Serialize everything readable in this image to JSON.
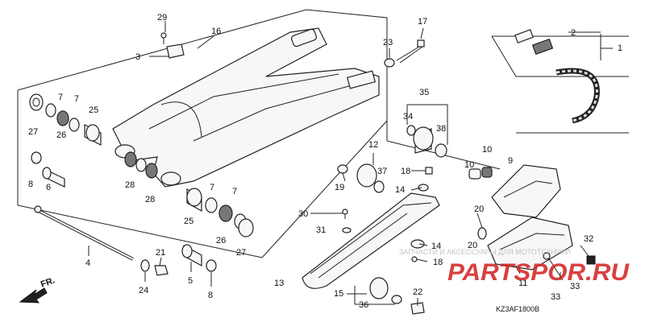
{
  "callouts": [
    {
      "id": "n1",
      "text": "1"
    },
    {
      "id": "n2",
      "text": "2"
    },
    {
      "id": "n3",
      "text": "3"
    },
    {
      "id": "n4",
      "text": "4"
    },
    {
      "id": "n5",
      "text": "5"
    },
    {
      "id": "n6",
      "text": "6"
    },
    {
      "id": "n7a",
      "text": "7"
    },
    {
      "id": "n7b",
      "text": "7"
    },
    {
      "id": "n7c",
      "text": "7"
    },
    {
      "id": "n7d",
      "text": "7"
    },
    {
      "id": "n8a",
      "text": "8"
    },
    {
      "id": "n8b",
      "text": "8"
    },
    {
      "id": "n9",
      "text": "9"
    },
    {
      "id": "n10a",
      "text": "10"
    },
    {
      "id": "n10b",
      "text": "10"
    },
    {
      "id": "n11",
      "text": "11"
    },
    {
      "id": "n12",
      "text": "12"
    },
    {
      "id": "n13",
      "text": "13"
    },
    {
      "id": "n14a",
      "text": "14"
    },
    {
      "id": "n14b",
      "text": "14"
    },
    {
      "id": "n15",
      "text": "15"
    },
    {
      "id": "n16",
      "text": "16"
    },
    {
      "id": "n17",
      "text": "17"
    },
    {
      "id": "n18a",
      "text": "18"
    },
    {
      "id": "n18b",
      "text": "18"
    },
    {
      "id": "n19",
      "text": "19"
    },
    {
      "id": "n20a",
      "text": "20"
    },
    {
      "id": "n20b",
      "text": "20"
    },
    {
      "id": "n21",
      "text": "21"
    },
    {
      "id": "n22",
      "text": "22"
    },
    {
      "id": "n23",
      "text": "23"
    },
    {
      "id": "n24",
      "text": "24"
    },
    {
      "id": "n25a",
      "text": "25"
    },
    {
      "id": "n25b",
      "text": "25"
    },
    {
      "id": "n26a",
      "text": "26"
    },
    {
      "id": "n26b",
      "text": "26"
    },
    {
      "id": "n27a",
      "text": "27"
    },
    {
      "id": "n27b",
      "text": "27"
    },
    {
      "id": "n28a",
      "text": "28"
    },
    {
      "id": "n28b",
      "text": "28"
    },
    {
      "id": "n29",
      "text": "29"
    },
    {
      "id": "n30",
      "text": "30"
    },
    {
      "id": "n31",
      "text": "31"
    },
    {
      "id": "n32",
      "text": "32"
    },
    {
      "id": "n33a",
      "text": "33"
    },
    {
      "id": "n33b",
      "text": "33"
    },
    {
      "id": "n34",
      "text": "34"
    },
    {
      "id": "n35",
      "text": "35"
    },
    {
      "id": "n36",
      "text": "36"
    },
    {
      "id": "n37",
      "text": "37"
    },
    {
      "id": "n38",
      "text": "38"
    }
  ],
  "front_indicator": "FR.",
  "diagram_code": "KZ3AF1800B",
  "watermark": {
    "tagline": "ЗАПЧАСТИ И АКСЕССУАРЫ ДЛЯ МОТОТЕХНИКИ",
    "brand": "PARTSPOR.RU",
    "color": "#d21f1f"
  }
}
